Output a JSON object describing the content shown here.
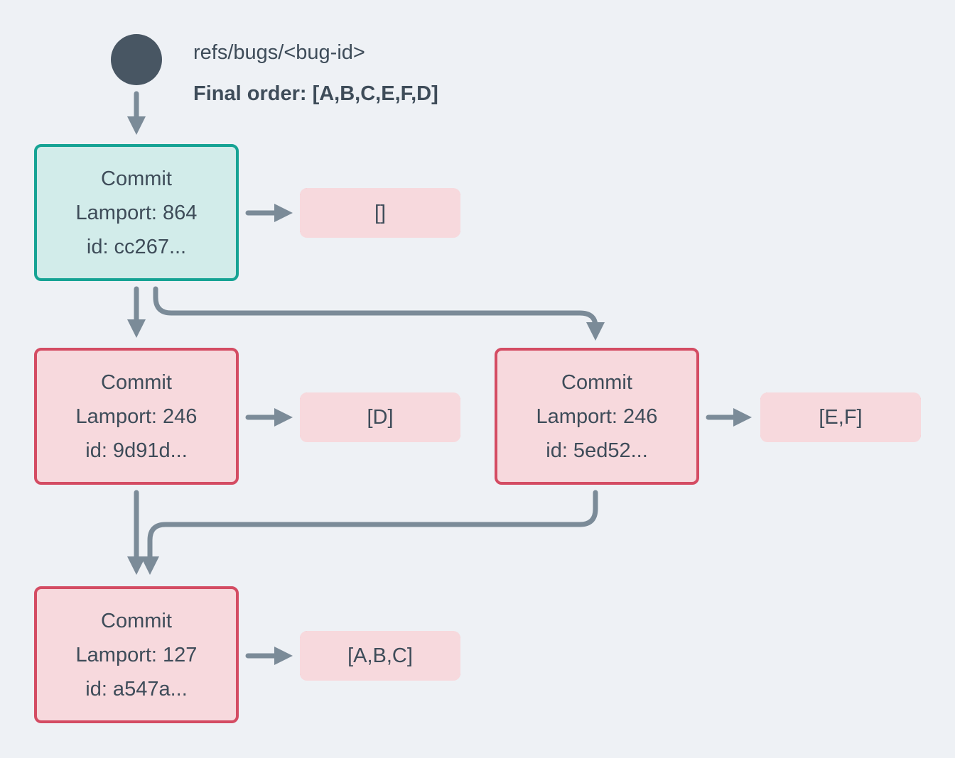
{
  "palette": {
    "background": "#eef1f5",
    "slate": "#3e4c59",
    "circle": "#485663",
    "arrow": "#7b8b98",
    "teal_border": "#16a394",
    "teal_fill": "#d2ecea",
    "red_border": "#d44c63",
    "pink_fill": "#f7d9dd"
  },
  "header": {
    "ref": "refs/bugs/<bug-id>",
    "final_order": "Final order: [A,B,C,E,F,D]"
  },
  "commits": [
    {
      "title": "Commit",
      "lamport": "Lamport: 864",
      "hash": "id: cc267...",
      "ops": "[]"
    },
    {
      "title": "Commit",
      "lamport": "Lamport: 246",
      "hash": "id: 9d91d...",
      "ops": "[D]"
    },
    {
      "title": "Commit",
      "lamport": "Lamport: 246",
      "hash": "id: 5ed52...",
      "ops": "[E,F]"
    },
    {
      "title": "Commit",
      "lamport": "Lamport: 127",
      "hash": "id: a547a...",
      "ops": "[A,B,C]"
    }
  ]
}
